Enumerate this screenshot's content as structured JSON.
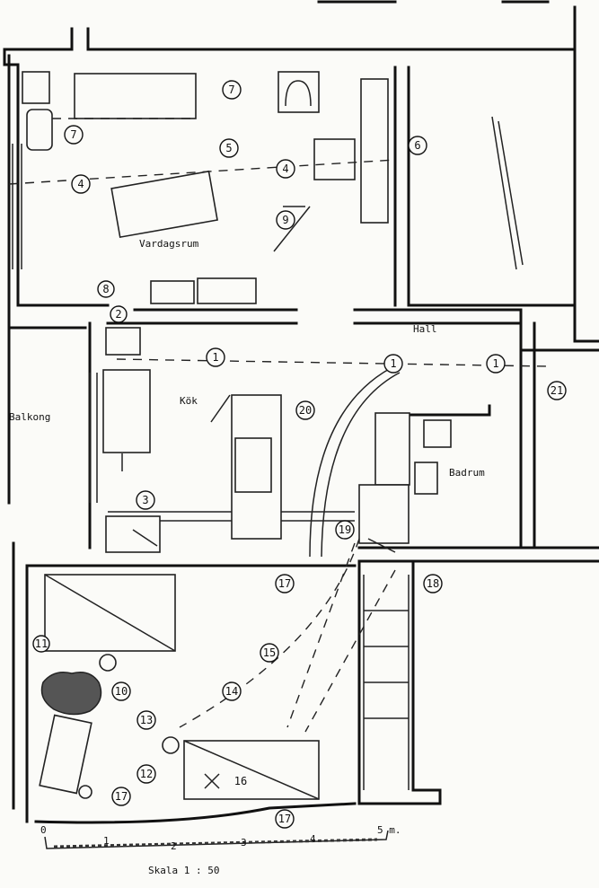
{
  "rooms": {
    "living_room": "Vardagsrum",
    "hall": "Hall",
    "kitchen": "Kök",
    "balcony": "Balkong",
    "bathroom": "Badrum"
  },
  "markers": [
    "7",
    "7",
    "5",
    "4",
    "4",
    "6",
    "9",
    "8",
    "2",
    "1",
    "1",
    "1",
    "21",
    "20",
    "3",
    "19",
    "18",
    "17",
    "15",
    "11",
    "10",
    "14",
    "13",
    "12",
    "16",
    "17",
    "17"
  ],
  "scale": {
    "ticks": [
      "0",
      "1",
      "2",
      "3",
      "4",
      "5 m."
    ],
    "caption": "Skala 1 : 50"
  }
}
